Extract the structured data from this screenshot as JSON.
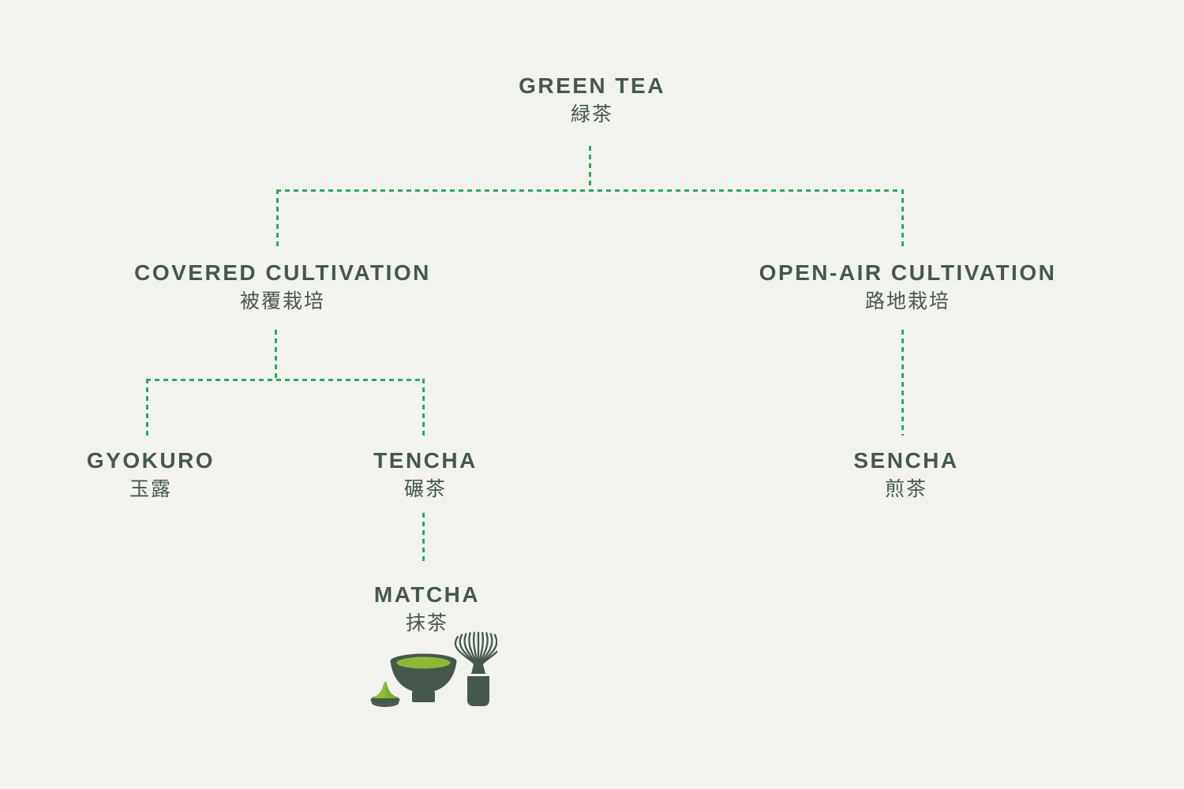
{
  "theme": {
    "bg": "#f2f2ef",
    "ink": "#46584b",
    "dash": "#2fa55f",
    "tea": "#8eb737",
    "powder": "#8fbc3a",
    "powder_shade": "#7dad32"
  },
  "nodes": {
    "green_tea": {
      "en": "GREEN TEA",
      "jp": "緑茶"
    },
    "covered_cultivation": {
      "en": "COVERED CULTIVATION",
      "jp": "被覆栽培"
    },
    "open_air_cultivation": {
      "en": "OPEN-AIR CULTIVATION",
      "jp": "路地栽培"
    },
    "gyokuro": {
      "en": "GYOKURO",
      "jp": "玉露"
    },
    "tencha": {
      "en": "TENCHA",
      "jp": "碾茶"
    },
    "sencha": {
      "en": "SENCHA",
      "jp": "煎茶"
    },
    "matcha": {
      "en": "MATCHA",
      "jp": "抹茶"
    }
  },
  "icons": {
    "matcha_set": [
      "matcha-powder-dish-icon",
      "matcha-bowl-icon",
      "matcha-whisk-icon"
    ]
  }
}
